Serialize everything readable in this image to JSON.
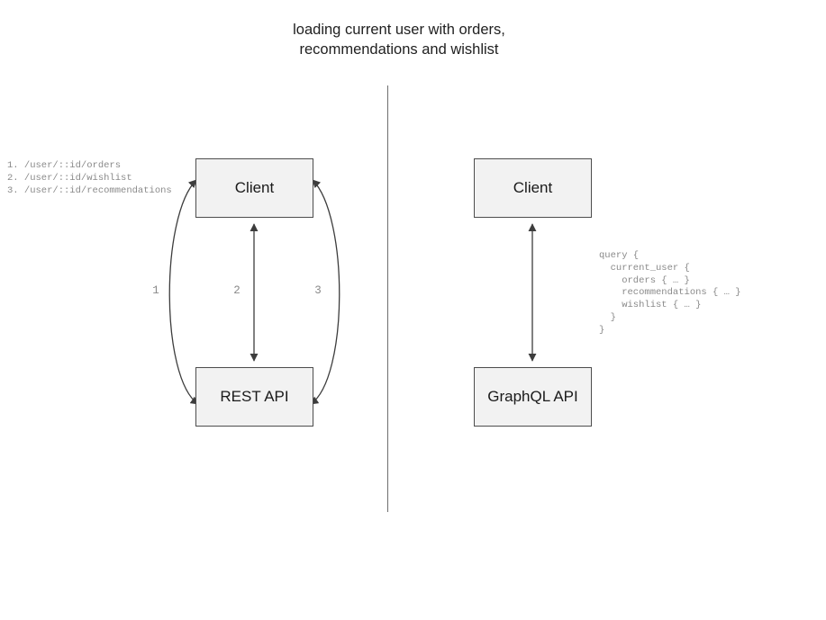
{
  "title": "loading current user with orders,\nrecommendations and wishlist",
  "divider": {
    "name": "panel-divider"
  },
  "rest_panel": {
    "client_label": "Client",
    "api_label": "REST API",
    "endpoints": "1. /user/::id/orders\n2. /user/::id/wishlist\n3. /user/::id/recommendations",
    "edge_labels": [
      "1",
      "2",
      "3"
    ]
  },
  "graphql_panel": {
    "client_label": "Client",
    "api_label": "GraphQL API",
    "query": "query {\n  current_user {\n    orders { … }\n    recommendations { … }\n    wishlist { … }\n  }\n}"
  },
  "colors": {
    "node_fill": "#f2f2f2",
    "node_border": "#4d4d4d",
    "edge": "#3d3d3d",
    "muted_text": "#8a8a8a",
    "divider": "#6f6f6f"
  }
}
